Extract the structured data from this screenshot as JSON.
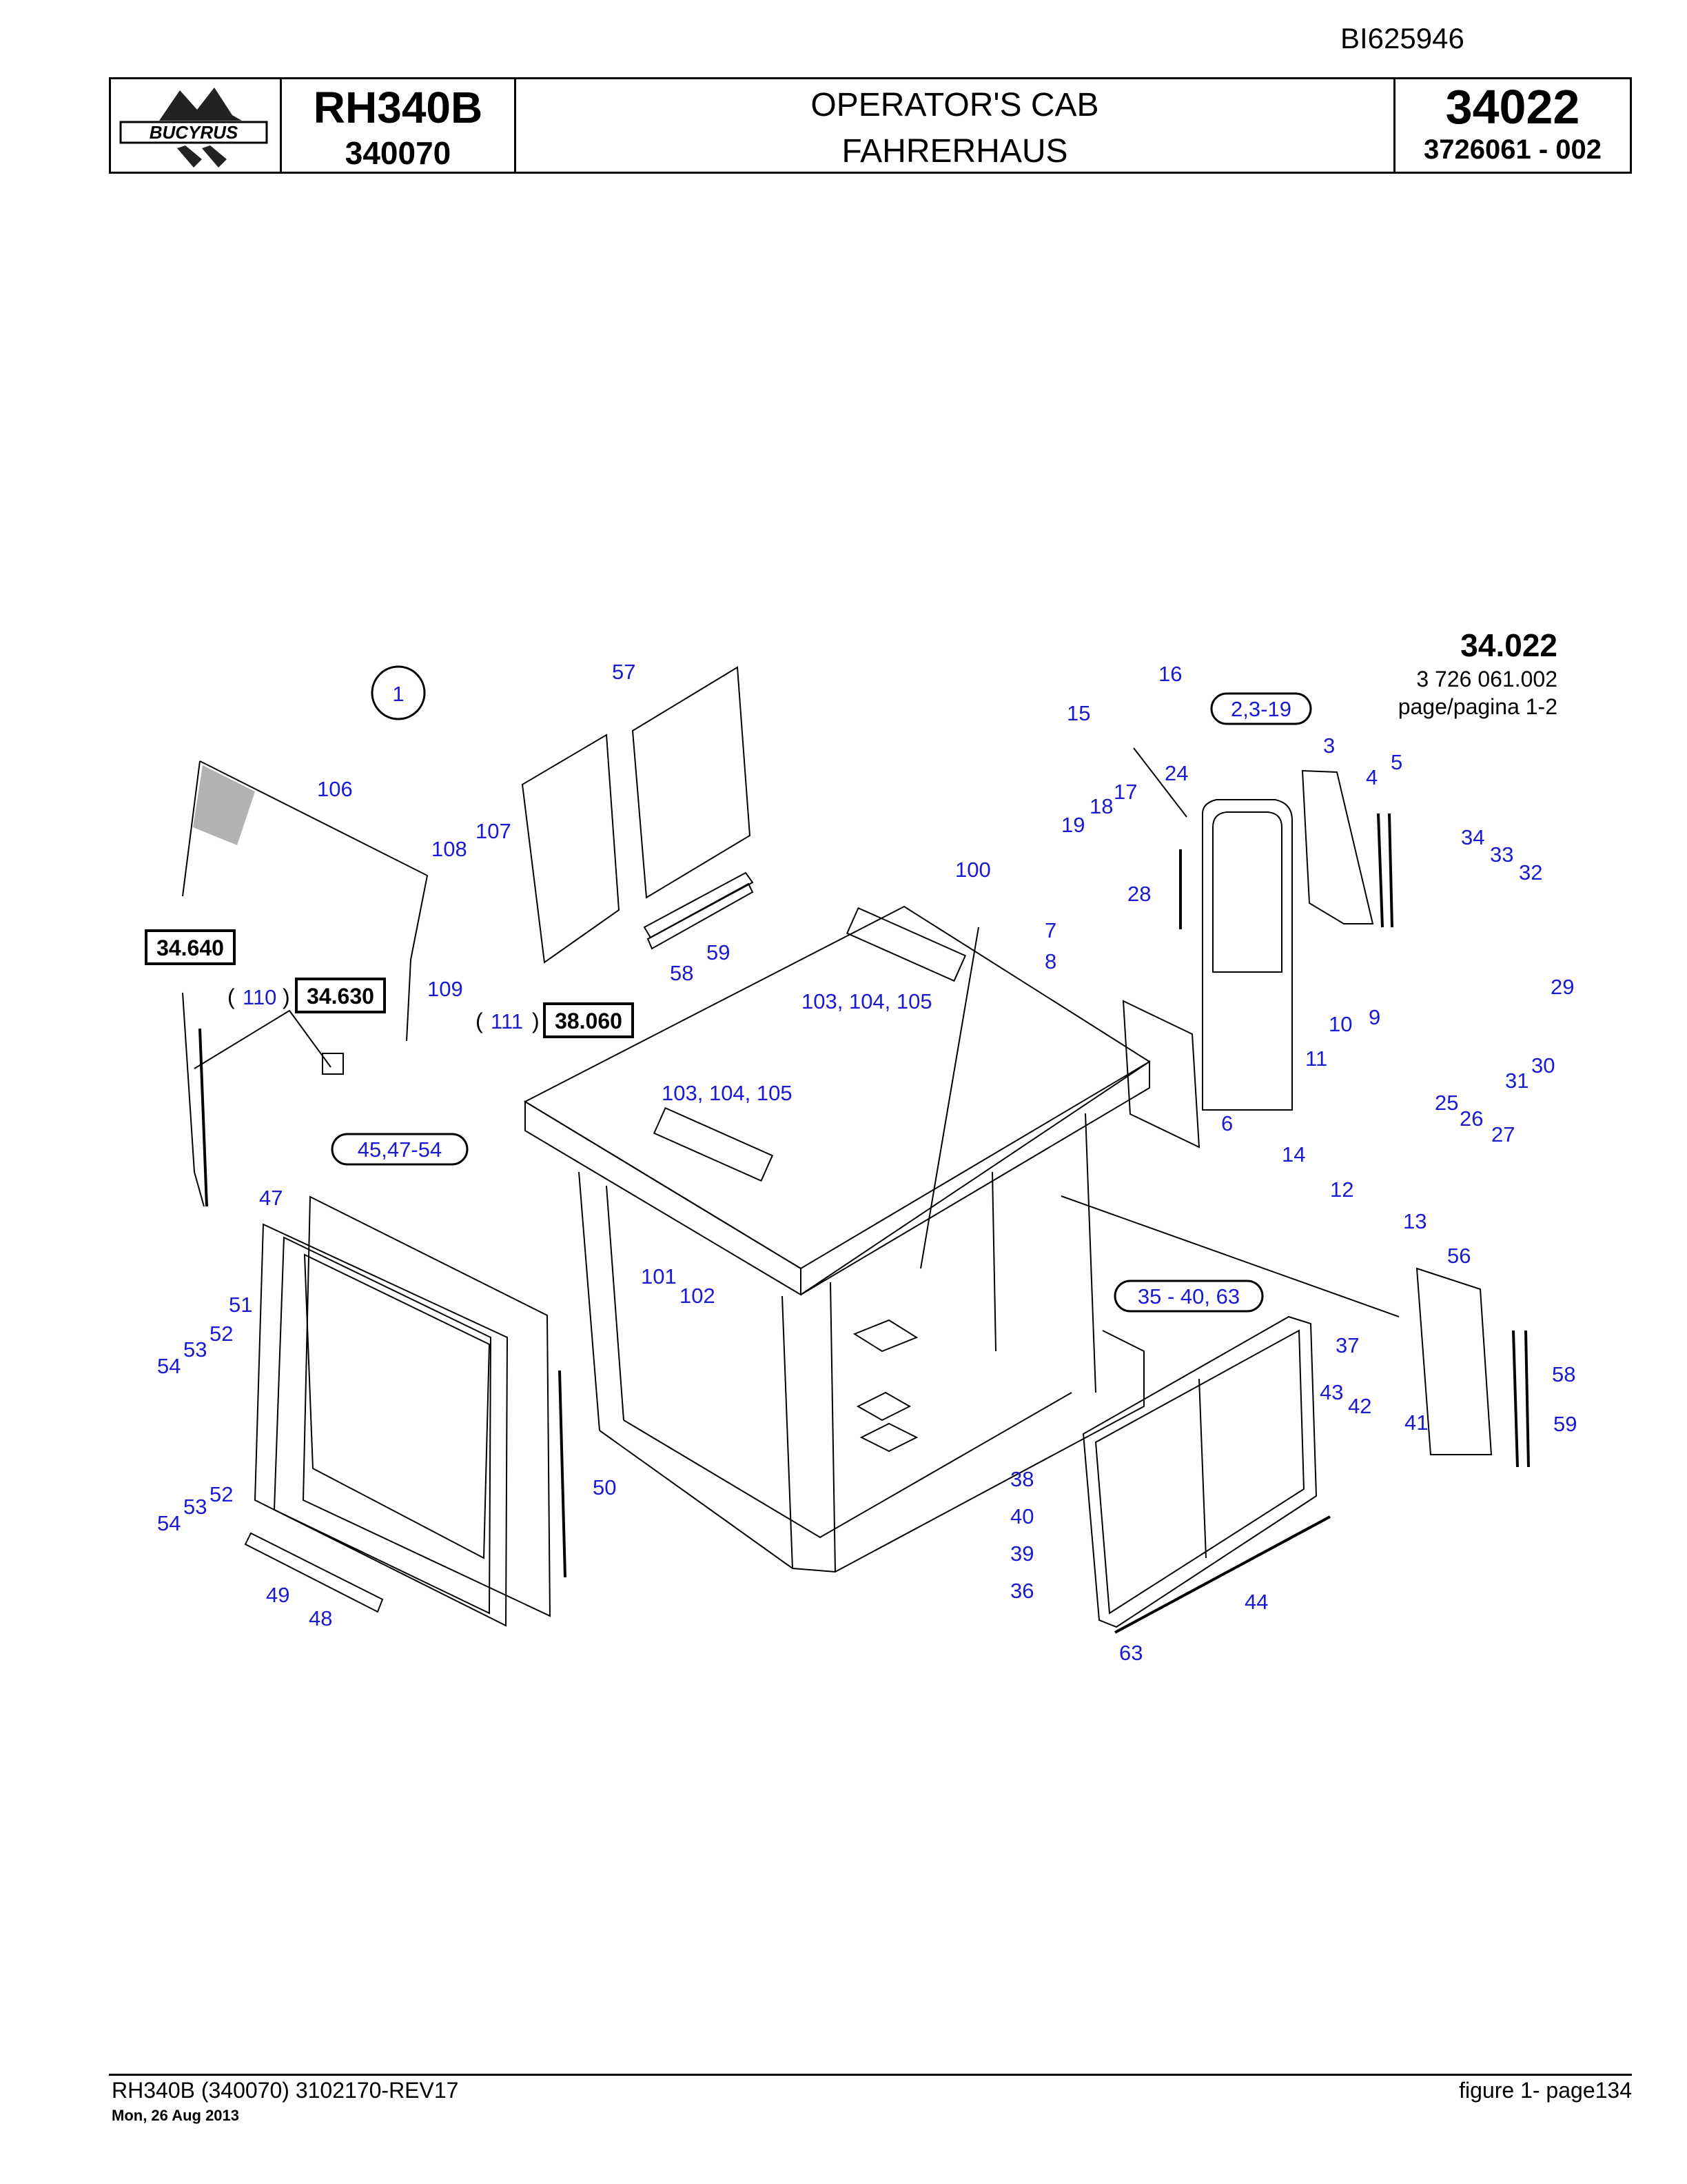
{
  "document_id": "BI625946",
  "header": {
    "logo_text": "BUCYRUS",
    "model": "RH340B",
    "serial": "340070",
    "title_en": "OPERATOR'S CAB",
    "title_de": "FAHRERHAUS",
    "group_number": "34022",
    "part_ref": "3726061  - 002"
  },
  "figure": {
    "group_title": "34.022",
    "group_ref": "3 726 061.002",
    "page_ref": "page/pagina 1-2",
    "item_circle": "1",
    "boxed_refs": [
      "34.640",
      "34.630",
      "38.060"
    ],
    "paren_refs": [
      "110",
      "111"
    ],
    "ovals": [
      "2,3-19",
      "45,47-54",
      "35 - 40, 63"
    ],
    "labels": [
      "57",
      "106",
      "107",
      "108",
      "109",
      "59",
      "58",
      "100",
      "103, 104, 105",
      "103, 104, 105",
      "16",
      "15",
      "24",
      "17",
      "18",
      "19",
      "28",
      "3",
      "4",
      "5",
      "34",
      "33",
      "32",
      "29",
      "31",
      "30",
      "7",
      "8",
      "9",
      "10",
      "11",
      "6",
      "25",
      "26",
      "27",
      "14",
      "12",
      "13",
      "56",
      "58",
      "59",
      "37",
      "43",
      "42",
      "41",
      "38",
      "40",
      "39",
      "36",
      "63",
      "44",
      "47",
      "51",
      "52",
      "53",
      "54",
      "52",
      "53",
      "54",
      "50",
      "49",
      "48",
      "101",
      "102"
    ]
  },
  "footer": {
    "left": "RH340B (340070) 3102170-REV17",
    "date": "Mon, 26 Aug 2013",
    "right": "figure  1- page134"
  }
}
